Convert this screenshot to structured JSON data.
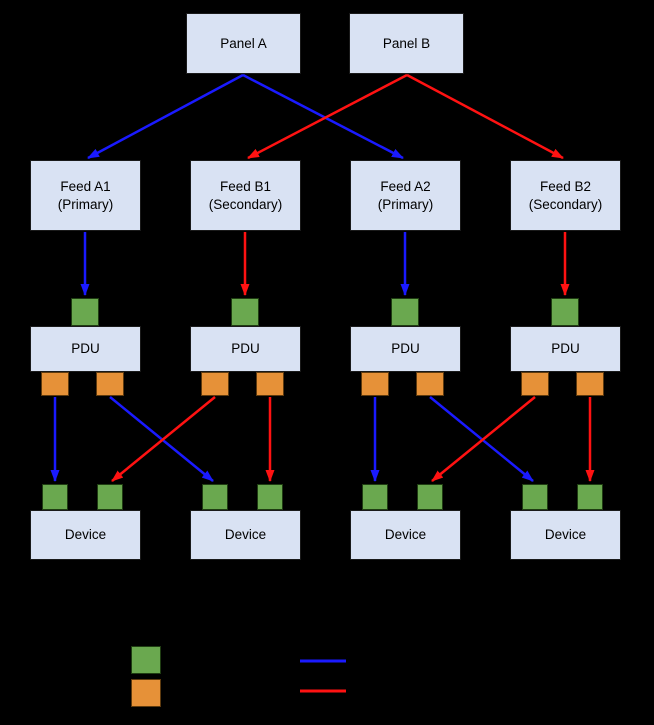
{
  "diagram": {
    "panels": [
      {
        "label": "Panel A"
      },
      {
        "label": "Panel B"
      }
    ],
    "feeds": [
      {
        "name": "Feed A1",
        "role": "(Primary)"
      },
      {
        "name": "Feed B1",
        "role": "(Secondary)"
      },
      {
        "name": "Feed A2",
        "role": "(Primary)"
      },
      {
        "name": "Feed B2",
        "role": "(Secondary)"
      }
    ],
    "pdus": [
      {
        "label": "PDU"
      },
      {
        "label": "PDU"
      },
      {
        "label": "PDU"
      },
      {
        "label": "PDU"
      }
    ],
    "devices": [
      {
        "label": "Device"
      },
      {
        "label": "Device"
      },
      {
        "label": "Device"
      },
      {
        "label": "Device"
      }
    ],
    "connections": [
      {
        "from": "Panel A",
        "to": "Feed A1",
        "color": "blue"
      },
      {
        "from": "Panel A",
        "to": "Feed A2",
        "color": "blue"
      },
      {
        "from": "Panel B",
        "to": "Feed B1",
        "color": "red"
      },
      {
        "from": "Panel B",
        "to": "Feed B2",
        "color": "red"
      },
      {
        "from": "Feed A1",
        "to": "PDU 1 input",
        "color": "blue"
      },
      {
        "from": "Feed B1",
        "to": "PDU 2 input",
        "color": "red"
      },
      {
        "from": "Feed A2",
        "to": "PDU 3 input",
        "color": "blue"
      },
      {
        "from": "Feed B2",
        "to": "PDU 4 input",
        "color": "red"
      },
      {
        "from": "PDU 1 output 1",
        "to": "Device 1 input 1",
        "color": "blue"
      },
      {
        "from": "PDU 1 output 2",
        "to": "Device 2 input 1",
        "color": "blue"
      },
      {
        "from": "PDU 2 output 1",
        "to": "Device 1 input 2",
        "color": "red"
      },
      {
        "from": "PDU 2 output 2",
        "to": "Device 2 input 2",
        "color": "red"
      },
      {
        "from": "PDU 3 output 1",
        "to": "Device 3 input 1",
        "color": "blue"
      },
      {
        "from": "PDU 3 output 2",
        "to": "Device 4 input 1",
        "color": "blue"
      },
      {
        "from": "PDU 4 output 1",
        "to": "Device 3 input 2",
        "color": "red"
      },
      {
        "from": "PDU 4 output 2",
        "to": "Device 4 input 2",
        "color": "red"
      }
    ],
    "colors": {
      "background": "#000000",
      "box_fill": "#d9e2f3",
      "box_text": "#000000",
      "input_port_green": "#6aa84f",
      "output_port_orange": "#e69138",
      "primary_feed_blue": "#1a1aff",
      "secondary_feed_red": "#ff1212"
    },
    "legend": {
      "swatches": [
        {
          "name": "input-port",
          "color": "#6aa84f"
        },
        {
          "name": "output-port",
          "color": "#e69138"
        }
      ],
      "lines": [
        {
          "name": "primary-path",
          "color": "#1a1aff"
        },
        {
          "name": "secondary-path",
          "color": "#ff1212"
        }
      ]
    }
  }
}
